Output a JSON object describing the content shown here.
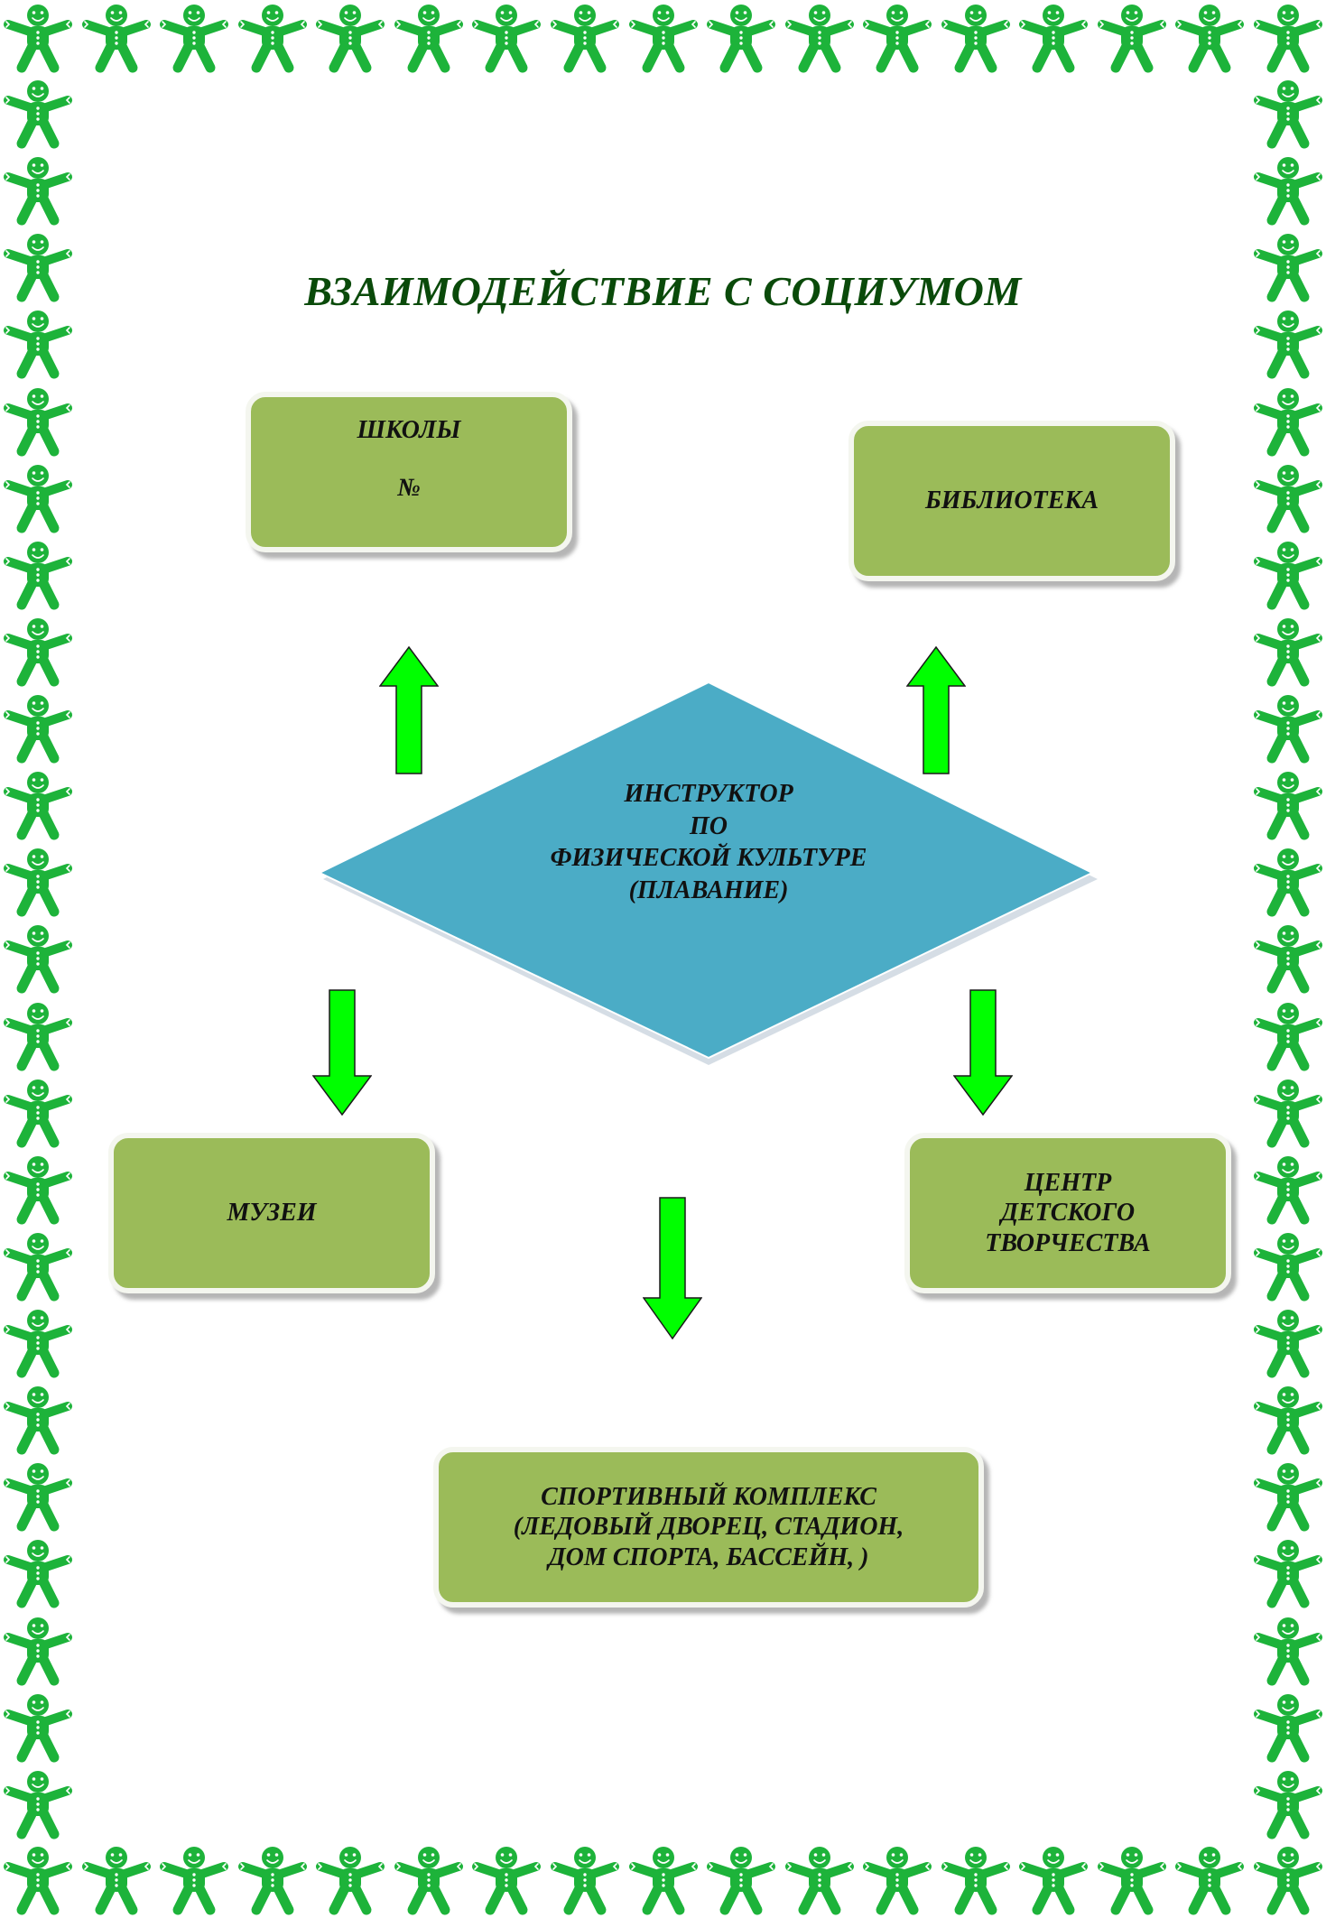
{
  "title": "ВЗАИМОДЕЙСТВИЕ С СОЦИУМОМ",
  "center": {
    "lines": [
      "ИНСТРУКТОР",
      "ПО",
      "ФИЗИЧЕСКОЙ КУЛЬТУРЕ",
      "(ПЛАВАНИЕ)"
    ]
  },
  "nodes": {
    "schools": {
      "lines": [
        "ШКОЛЫ",
        "№"
      ]
    },
    "library": {
      "lines": [
        "БИБЛИОТЕКА"
      ]
    },
    "museums": {
      "lines": [
        "МУЗЕИ"
      ]
    },
    "children_center": {
      "lines": [
        "ЦЕНТР",
        "ДЕТСКОГО",
        "ТВОРЧЕСТВА"
      ]
    },
    "sport_complex": {
      "lines": [
        "СПОРТИВНЫЙ КОМПЛЕКС",
        "(ЛЕДОВЫЙ ДВОРЕЦ, СТАДИОН,",
        "ДОМ СПОРТА, БАССЕЙН, )"
      ]
    }
  },
  "colors": {
    "box_fill": "#9bbb59",
    "diamond_fill": "#4bacc6",
    "arrow_fill": "#00ff00",
    "title": "#0a4a0a",
    "border_figure": "#1db33a"
  },
  "border": {
    "icon": "gingerbread-man-icon"
  }
}
